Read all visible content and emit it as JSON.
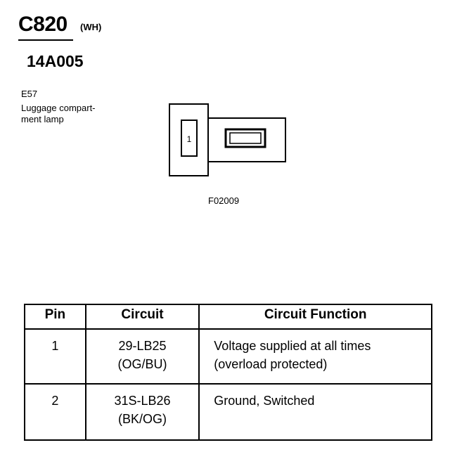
{
  "header": {
    "connector_id": "C820",
    "connector_color": "(WH)",
    "part_number": "14A005"
  },
  "component": {
    "code": "E57",
    "description_line1": "Luggage compart-",
    "description_line2": "ment lamp"
  },
  "diagram": {
    "pin_label": "1",
    "figure_id": "F02009"
  },
  "table": {
    "headers": [
      "Pin",
      "Circuit",
      "Circuit Function"
    ],
    "rows": [
      {
        "pin": "1",
        "circuit_line1": "29-LB25",
        "circuit_line2": "(OG/BU)",
        "function_line1": "Voltage supplied at all times",
        "function_line2": "(overload protected)"
      },
      {
        "pin": "2",
        "circuit_line1": "31S-LB26",
        "circuit_line2": "(BK/OG)",
        "function_line1": "Ground, Switched",
        "function_line2": ""
      }
    ]
  }
}
